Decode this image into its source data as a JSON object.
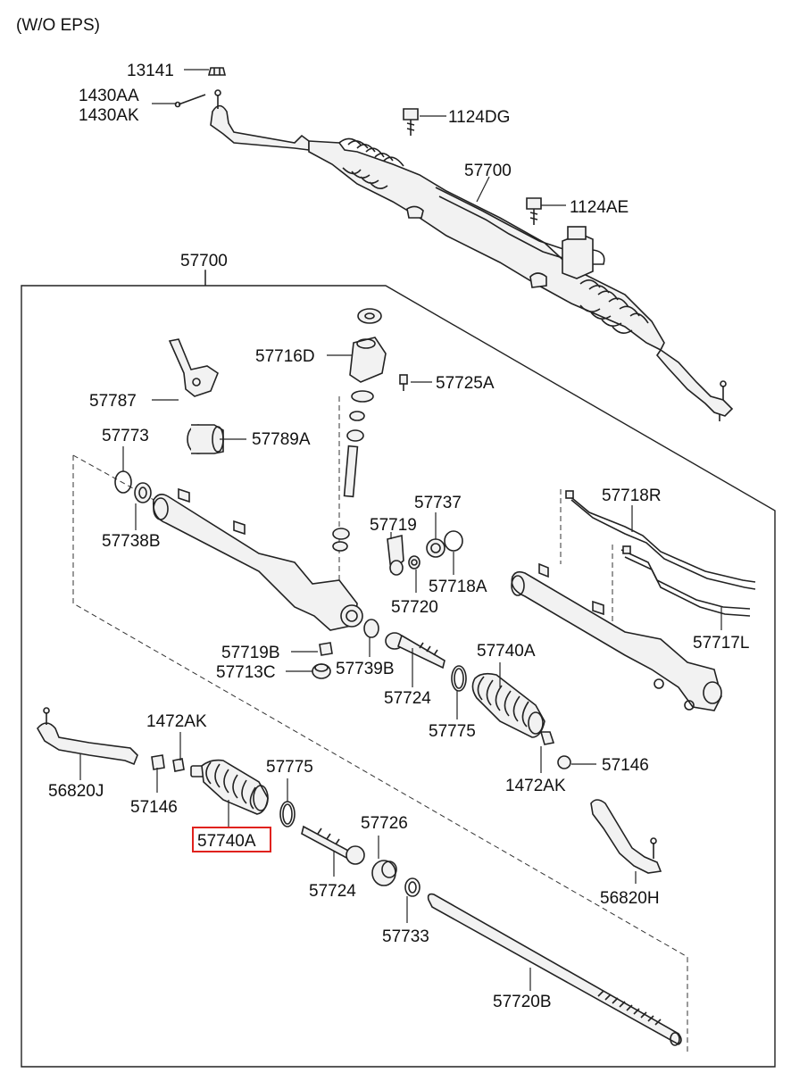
{
  "header": {
    "title": "(W/O EPS)"
  },
  "colors": {
    "highlight": "#e0221d"
  },
  "labels": {
    "l13141": "13141",
    "l1430AA": "1430AA",
    "l1430AK": "1430AK",
    "l1124DG": "1124DG",
    "l57700_top": "57700",
    "l1124AE": "1124AE",
    "l57700_frame": "57700",
    "l57716D": "57716D",
    "l57725A": "57725A",
    "l57787": "57787",
    "l57773": "57773",
    "l57789A": "57789A",
    "l57738B": "57738B",
    "l57737": "57737",
    "l57719": "57719",
    "l57718A": "57718A",
    "l57720": "57720",
    "l57718R": "57718R",
    "l57717L": "57717L",
    "l57719B": "57719B",
    "l57713C": "57713C",
    "l57739B": "57739B",
    "l57740A_right": "57740A",
    "l57724_upper": "57724",
    "l57775_right": "57775",
    "l1472AK_left": "1472AK",
    "l57146_right": "57146",
    "l1472AK_right": "1472AK",
    "l56820J": "56820J",
    "l57146_left": "57146",
    "l57775_left": "57775",
    "l57740A_selected": "57740A",
    "l57726": "57726",
    "l56820H": "56820H",
    "l57724_lower": "57724",
    "l57733": "57733",
    "l57720B": "57720B"
  }
}
